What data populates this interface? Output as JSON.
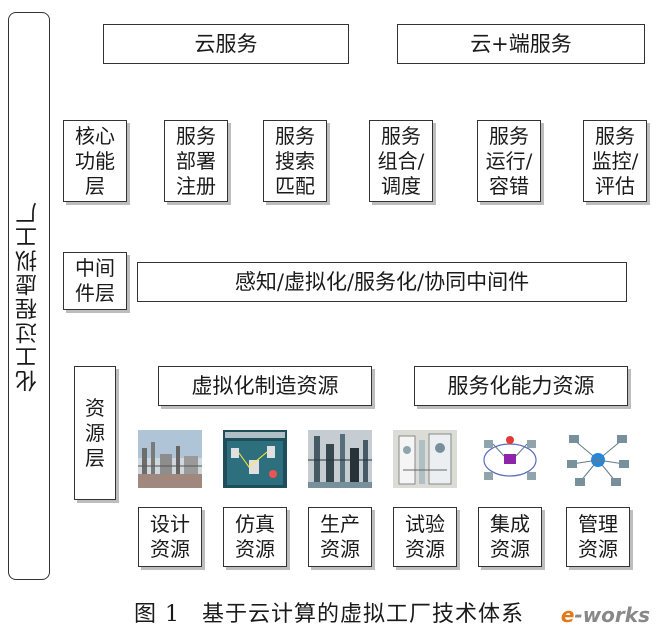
{
  "side_title": "化工过程虚拟工厂",
  "top_boxes": [
    "云服务",
    "云+端服务"
  ],
  "core_layer": {
    "label": "核心功能层",
    "services": [
      "服务部署注册",
      "服务搜索匹配",
      "服务组合/调度",
      "服务运行/容错",
      "服务监控/评估"
    ]
  },
  "middleware_layer": {
    "label": "中间件层",
    "content": "感知/虚拟化/服务化/协同中间件"
  },
  "resource_layer": {
    "label": "资源层",
    "groups": [
      "虚拟化制造资源",
      "服务化能力资源"
    ],
    "images": [
      "plant-photo",
      "simulation-screen",
      "production-towers",
      "lab-equipment",
      "integration-network",
      "management-network"
    ],
    "resources": [
      "设计资源",
      "仿真资源",
      "生产资源",
      "试验资源",
      "集成资源",
      "管理资源"
    ]
  },
  "caption": {
    "number": "图 1",
    "text": "基于云计算的虚拟工厂技术体系"
  },
  "watermark": {
    "prefix": "e",
    "rest": "-works"
  }
}
